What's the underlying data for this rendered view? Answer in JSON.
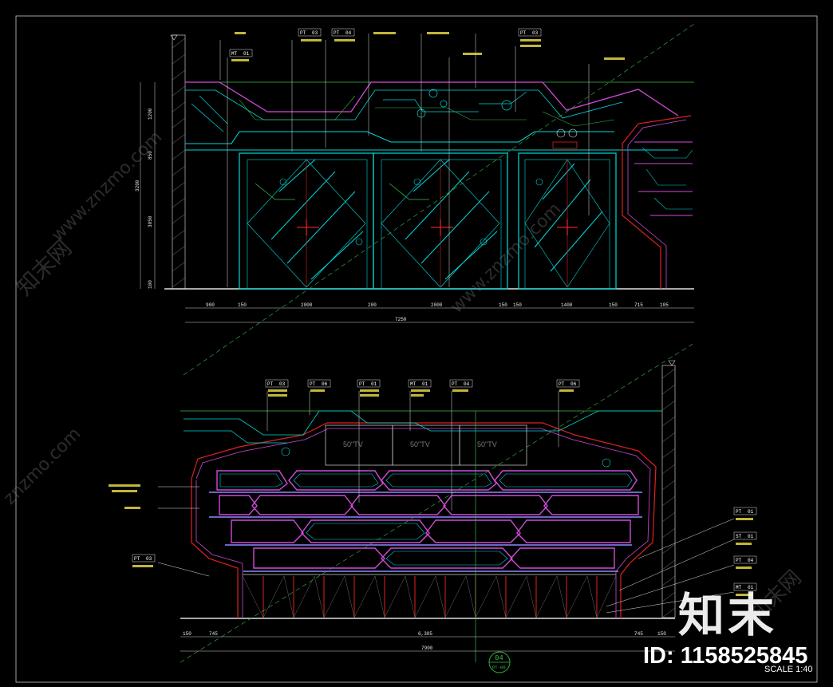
{
  "elevation_top": {
    "dims_h": [
      "900",
      "150",
      "2000",
      "200",
      "2000",
      "150",
      "150",
      "1400",
      "150",
      "715",
      "105"
    ],
    "total": "7250",
    "dims_v": [
      "1200",
      "850",
      "3050",
      "100",
      "3200"
    ],
    "tags": [
      {
        "code": "PT",
        "num": "03"
      },
      {
        "code": "PT",
        "num": "04"
      },
      {
        "code": "PT",
        "num": "03"
      },
      {
        "code": "MT",
        "num": "01"
      }
    ]
  },
  "elevation_bottom": {
    "dims_h": [
      "150",
      "745",
      "6,305",
      "745",
      "150"
    ],
    "total": "7900",
    "tags_top": [
      {
        "code": "PT",
        "num": "03"
      },
      {
        "code": "PT",
        "num": "06"
      },
      {
        "code": "PT",
        "num": "01"
      },
      {
        "code": "MT",
        "num": "01"
      },
      {
        "code": "PT",
        "num": "04"
      },
      {
        "code": "PT",
        "num": "06"
      }
    ],
    "tags_right": [
      {
        "code": "PT",
        "num": "01"
      },
      {
        "code": "ST",
        "num": "01"
      },
      {
        "code": "PT",
        "num": "04"
      },
      {
        "code": "MT",
        "num": "01"
      }
    ],
    "tags_left": [
      {
        "code": "PT",
        "num": "03"
      }
    ],
    "tv_labels": [
      "50\"TV",
      "50\"TV",
      "50\"TV"
    ],
    "section_mark": {
      "number": "04",
      "sheet": "DT-06"
    }
  },
  "watermarks": [
    "www.znzmo.com",
    "知末网",
    "www.znzmo.com",
    "知末网",
    "znzmo.com"
  ],
  "brand": "知末",
  "image_id": "ID: 1158525845",
  "scale": "SCALE 1:40",
  "colors": {
    "background": "#000000",
    "cyan": "#00d8d8",
    "magenta": "#d04bd8",
    "green": "#3cb84a",
    "yellow": "#f2e34a",
    "red": "#e02020",
    "white": "#e8e8e8"
  }
}
